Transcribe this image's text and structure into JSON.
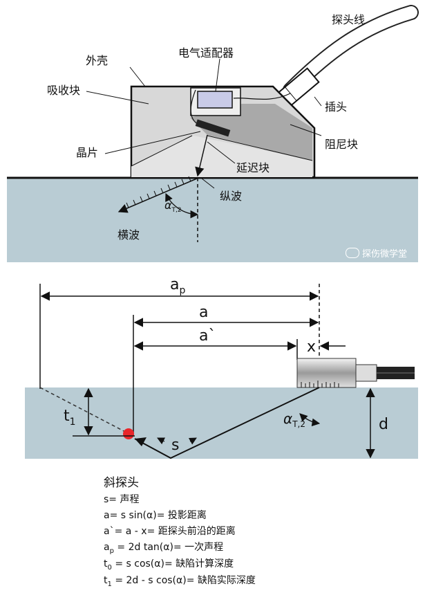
{
  "top": {
    "labels": {
      "probe_cable": "探头线",
      "electrical_adapter": "电气适配器",
      "housing": "外壳",
      "absorber": "吸收块",
      "plug": "插头",
      "damping_block": "阻尼块",
      "crystal": "晶片",
      "delay_block": "延迟块",
      "longitudinal_wave": "纵波",
      "shear_wave": "横波",
      "angle_alpha": "α",
      "angle_sub": "T,2"
    },
    "watermark": "探伤微学堂",
    "colors": {
      "specimen": "#b9ccd4",
      "housing_fill": "#d8d8d8",
      "damping": "#a9a9a9",
      "adapter": "#c9cbe8"
    }
  },
  "bottom": {
    "labels": {
      "ap": "a",
      "ap_sub": "p",
      "a": "a",
      "a_prime": "a`",
      "x": "x",
      "t1": "t",
      "t1_sub": "1",
      "s": "s",
      "alpha": "α",
      "alpha_sub": "T,2",
      "d": "d"
    },
    "colors": {
      "specimen": "#b9ccd4",
      "flaw": "#e8262a"
    }
  },
  "legend": {
    "title": "斜探头",
    "lines": [
      {
        "left": "s=",
        "right": " 声程"
      },
      {
        "left": "a= s sin(α)=",
        "right": " 投影距离"
      },
      {
        "left": "a`= a - x=",
        "right": " 距探头前沿的距离"
      },
      {
        "left_main": "a",
        "left_sub": "p",
        "left_rest": " = 2d tan(α)=",
        "right": " 一次声程"
      },
      {
        "left_main": "t",
        "left_sub": "0",
        "left_rest": " = s cos(α)=",
        "right": " 缺陷计算深度"
      },
      {
        "left_main": "t",
        "left_sub": "1",
        "left_rest": " = 2d - s cos(α)=",
        "right": " 缺陷实际深度"
      }
    ]
  }
}
